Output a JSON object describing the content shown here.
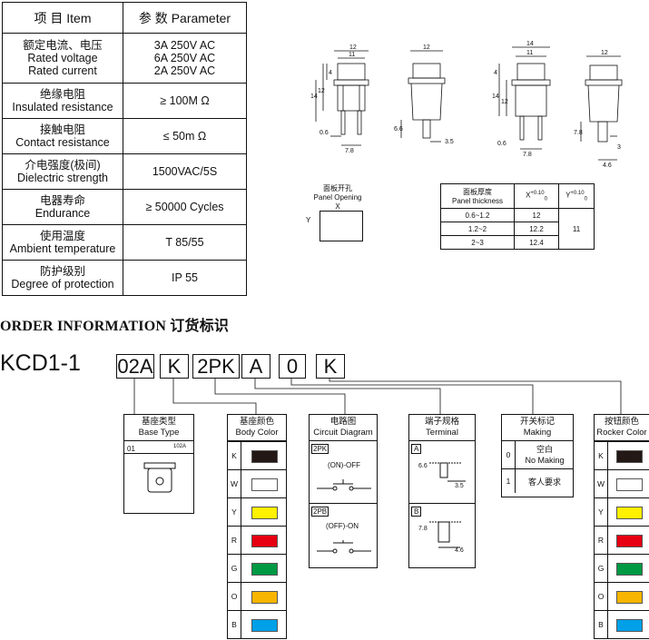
{
  "param_table": {
    "header": {
      "item": "项 目  Item",
      "parameter": "参 数  Parameter"
    },
    "rows": [
      {
        "item": [
          "额定电流、电压",
          "Rated voltage",
          "Rated current"
        ],
        "value": [
          "3A 250V AC",
          "6A 250V AC",
          "2A 250V AC"
        ]
      },
      {
        "item": [
          "绝缘电阻",
          "Insulated resistance"
        ],
        "value": [
          "≥ 100M Ω"
        ]
      },
      {
        "item": [
          "接触电阻",
          "Contact resistance"
        ],
        "value": [
          "≤ 50m Ω"
        ]
      },
      {
        "item": [
          "介电强度(极间)",
          "Dielectric strength"
        ],
        "value": [
          "1500VAC/5S"
        ]
      },
      {
        "item": [
          "电器寿命",
          "Endurance"
        ],
        "value": [
          "≥ 50000 Cycles"
        ]
      },
      {
        "item": [
          "使用温度",
          "Ambient temperature"
        ],
        "value": [
          "T 85/55"
        ]
      },
      {
        "item": [
          "防护级别",
          "Degree of protection"
        ],
        "value": [
          "IP 55"
        ]
      }
    ]
  },
  "drawing_dims": {
    "d1": [
      "12",
      "11",
      "4",
      "14",
      "12",
      "0.6",
      "7.8"
    ],
    "d2": [
      "12",
      "6.6",
      "3.5"
    ],
    "d3": [
      "14",
      "11",
      "4",
      "14",
      "12",
      "0.6",
      "7.8"
    ],
    "d4": [
      "12",
      "7.8",
      "3",
      "4.6"
    ]
  },
  "panel_opening": {
    "title_cn": "面板开孔",
    "title_en": "Panel Opening",
    "x": "X",
    "y": "Y"
  },
  "thickness_table": {
    "header_cn": "面板厚度",
    "header_en": "Panel thickness",
    "x_header": "X",
    "x_sup": "+0.10",
    "x_sub": "0",
    "y_header": "Y",
    "y_sup": "+0.10",
    "y_sub": "0",
    "rows": [
      {
        "t": "0.6~1.2",
        "x": "12"
      },
      {
        "t": "1.2~2",
        "x": "12.2"
      },
      {
        "t": "2~3",
        "x": "12.4"
      }
    ],
    "y_value": "11"
  },
  "order": {
    "title": "ORDER INFORMATION 订货标识",
    "prefix": "KCD1-1",
    "codes": [
      "02A",
      "K",
      "2PK",
      "A",
      "0",
      "K"
    ]
  },
  "base_type": {
    "cn": "基座类型",
    "en": "Base Type",
    "code": "01",
    "model": "102A"
  },
  "body_color": {
    "cn": "基座颜色",
    "en": "Body Color",
    "items": [
      {
        "code": "K",
        "color": "#231815"
      },
      {
        "code": "W",
        "color": "#ffffff"
      },
      {
        "code": "Y",
        "color": "#fff100"
      },
      {
        "code": "R",
        "color": "#e60012"
      },
      {
        "code": "G",
        "color": "#009944"
      },
      {
        "code": "O",
        "color": "#f8b500"
      },
      {
        "code": "B",
        "color": "#00a0e9"
      }
    ]
  },
  "circuit": {
    "cn": "电路图",
    "en": "Circuit Diagram",
    "items": [
      {
        "code": "2PK",
        "label": "(ON)-OFF"
      },
      {
        "code": "2PB",
        "label": "(OFF)-ON"
      }
    ]
  },
  "terminal": {
    "cn": "端子规格",
    "en": "Terminal",
    "items": [
      {
        "code": "A",
        "d1": "6.6",
        "d2": "3.5"
      },
      {
        "code": "B",
        "d1": "7.8",
        "d2": "4.6"
      }
    ]
  },
  "making": {
    "cn": "开关标记",
    "en": "Making",
    "items": [
      {
        "code": "0",
        "label": [
          "空白",
          "No Making"
        ]
      },
      {
        "code": "1",
        "label": [
          "客人要求"
        ]
      }
    ]
  },
  "rocker_color": {
    "cn": "按钮颜色",
    "en": "Rocker Color",
    "items": [
      {
        "code": "K",
        "color": "#231815"
      },
      {
        "code": "W",
        "color": "#ffffff"
      },
      {
        "code": "Y",
        "color": "#fff100"
      },
      {
        "code": "R",
        "color": "#e60012"
      },
      {
        "code": "G",
        "color": "#009944"
      },
      {
        "code": "O",
        "color": "#f8b500"
      },
      {
        "code": "B",
        "color": "#00a0e9"
      }
    ]
  }
}
